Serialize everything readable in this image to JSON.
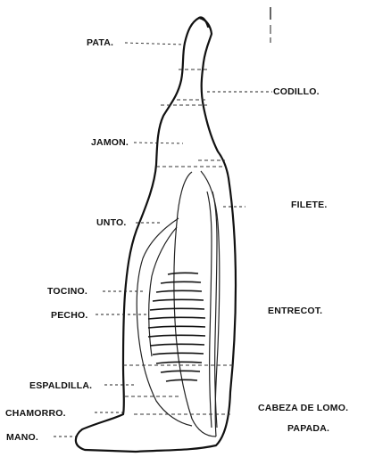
{
  "diagram": {
    "labels_left": {
      "pata": "PATA.",
      "jamon": "JAMON.",
      "unto": "UNTO.",
      "tocino": "TOCINO.",
      "pecho": "PECHO.",
      "espaldilla": "ESPALDILLA.",
      "chamorro": "CHAMORRO.",
      "mano": "MANO."
    },
    "labels_right": {
      "codillo": "CODILLO.",
      "filete": "FILETE.",
      "entrecot": "ENTRECOT.",
      "cabeza_de_lomo": "CABEZA DE LOMO.",
      "papada": "PAPADA."
    },
    "colors": {
      "ink": "#111111",
      "paper": "#ffffff"
    }
  }
}
